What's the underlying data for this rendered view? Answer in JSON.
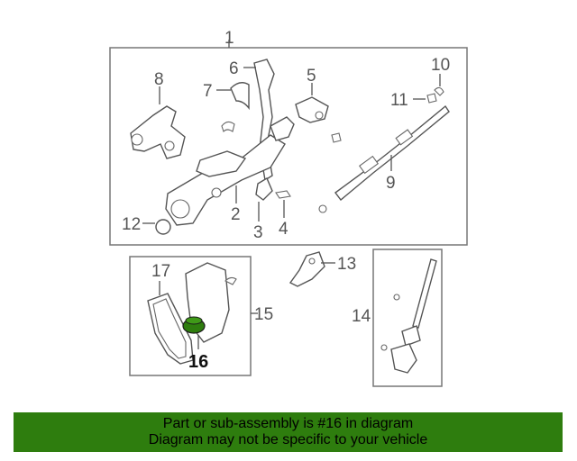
{
  "callouts": {
    "c1": "1",
    "c2": "2",
    "c3": "3",
    "c4": "4",
    "c5": "5",
    "c6": "6",
    "c7": "7",
    "c8": "8",
    "c9": "9",
    "c10": "10",
    "c11": "11",
    "c12": "12",
    "c13": "13",
    "c14": "14",
    "c15": "15",
    "c16": "16",
    "c17": "17"
  },
  "banner": {
    "line1": "Part or sub-assembly is #16 in diagram",
    "line2": "Diagram may not be specific to your vehicle"
  },
  "colors": {
    "banner": "#2e7d0e",
    "highlight_part": "#2e7d0e"
  }
}
